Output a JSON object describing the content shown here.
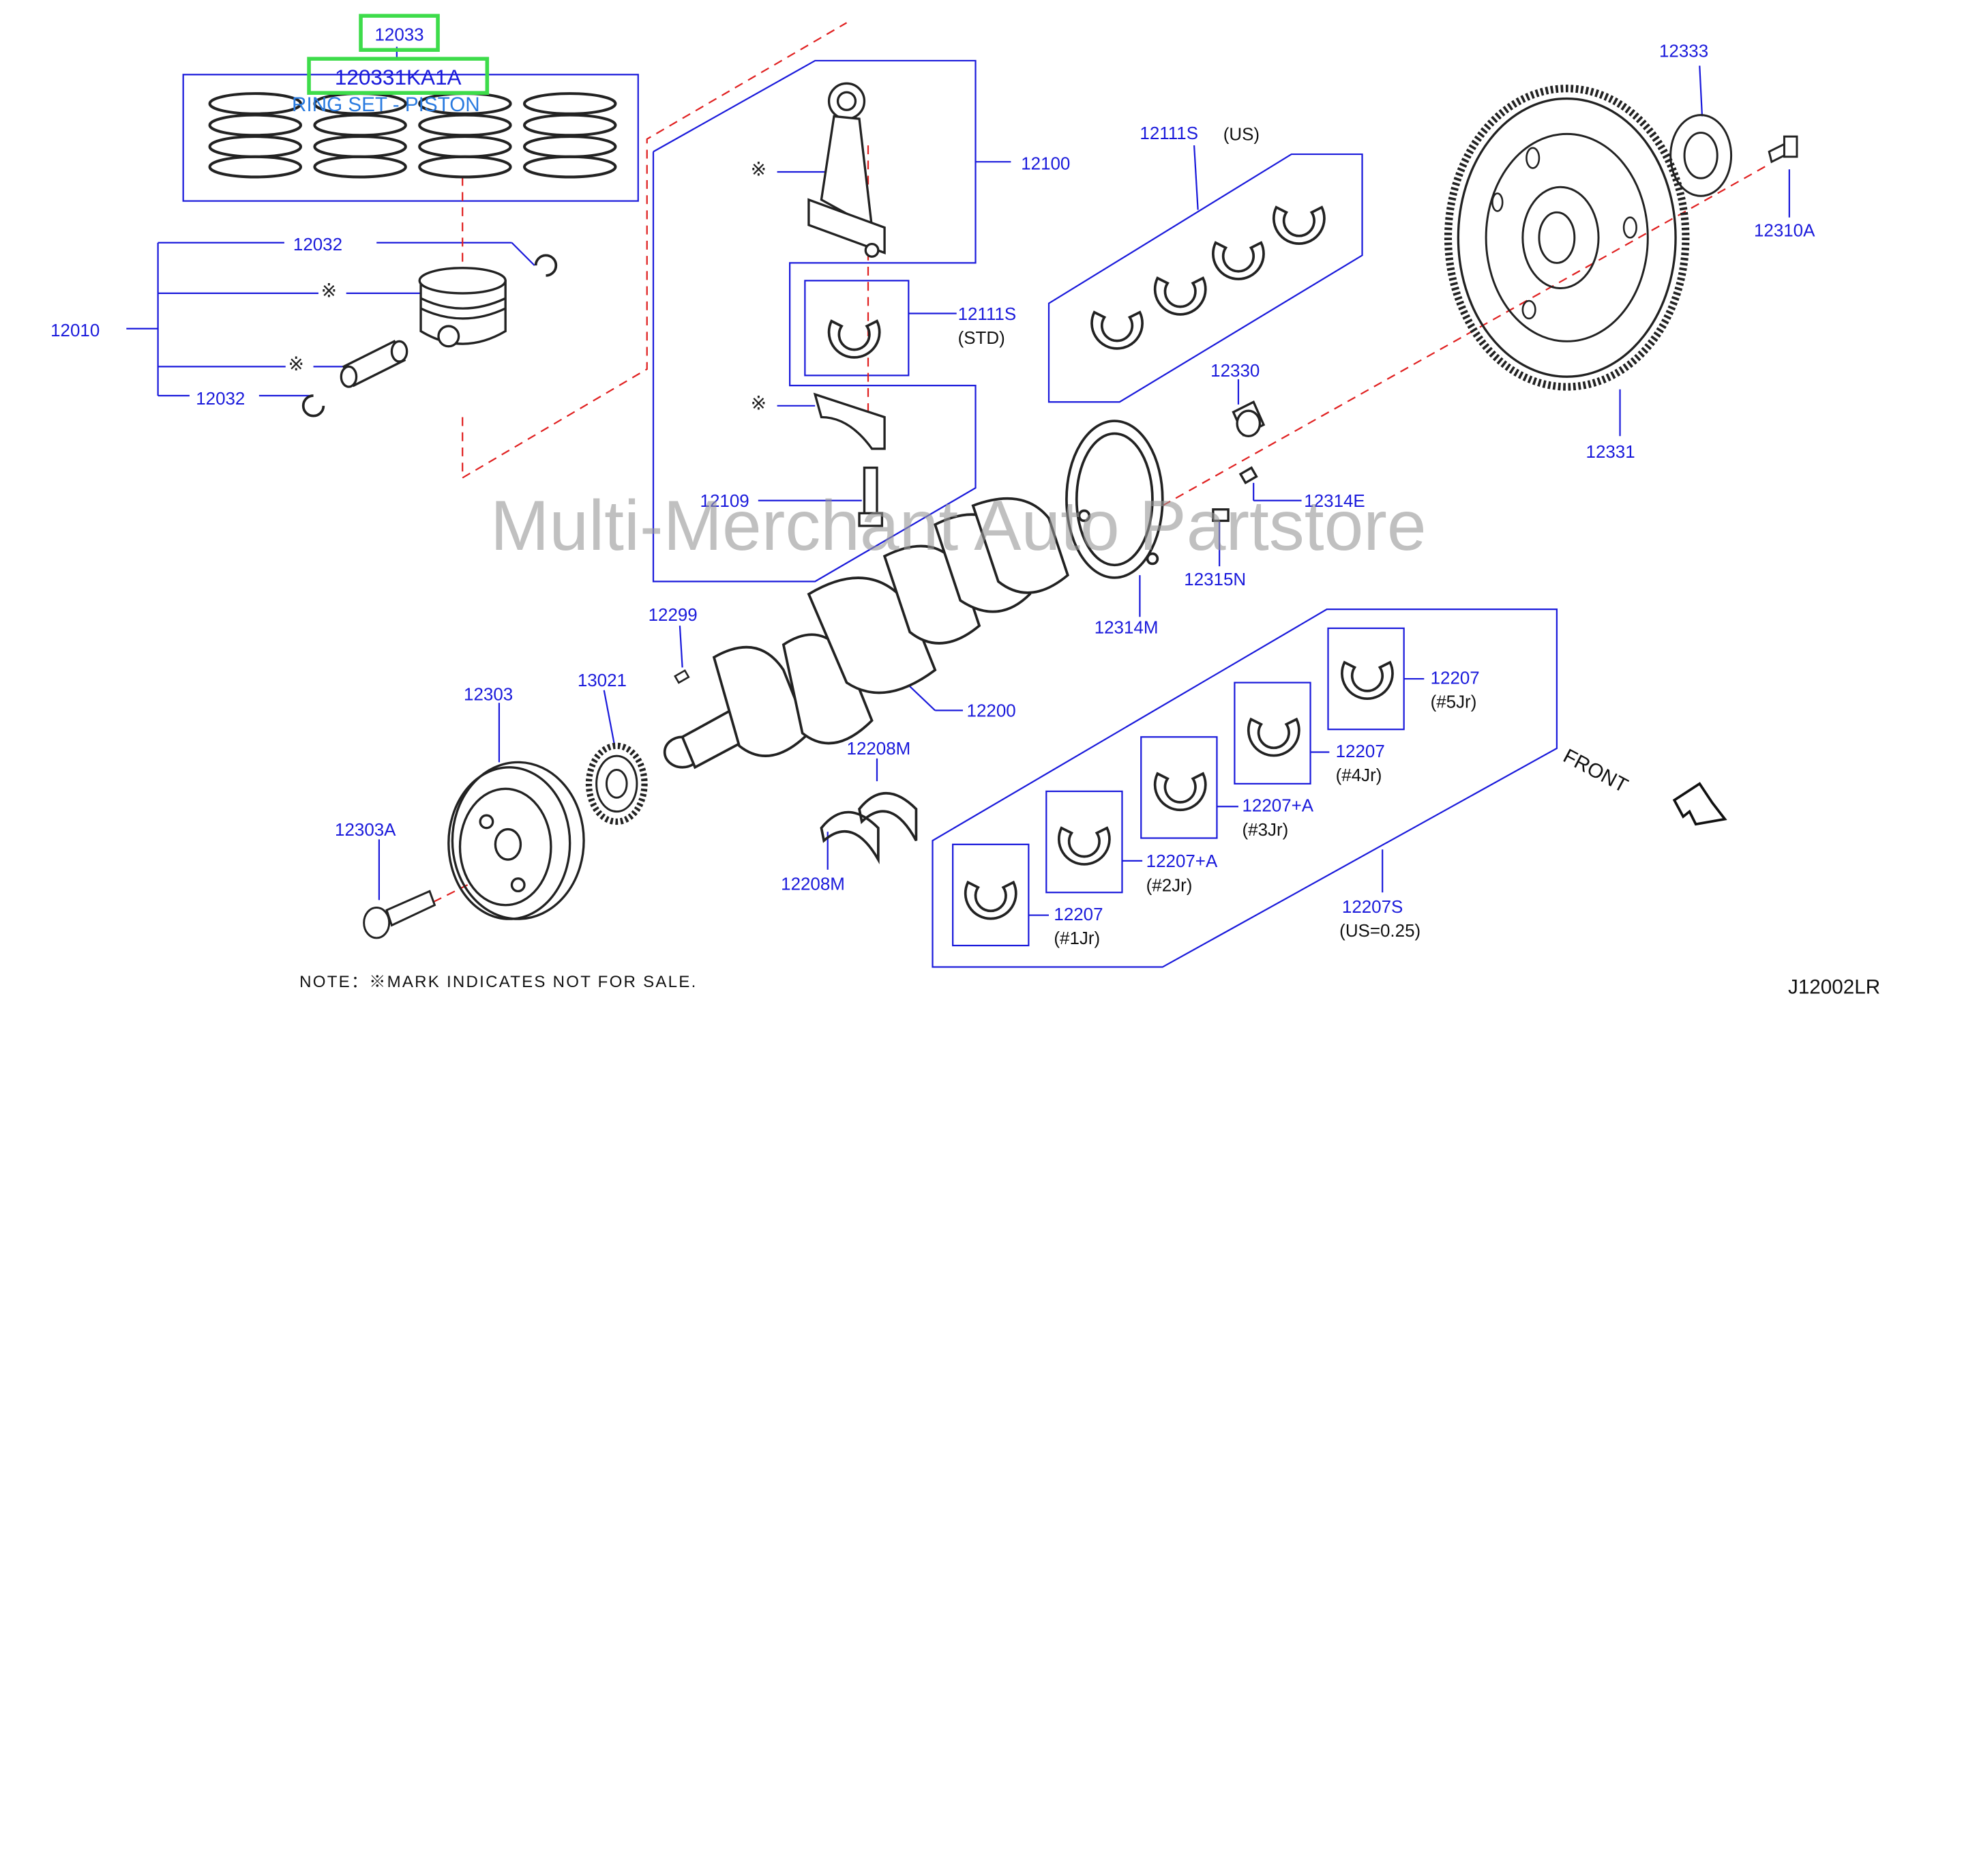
{
  "diagram": {
    "watermark": "Multi-Merchant Auto Partstore",
    "highlight": {
      "top_code": "12033",
      "part_number": "120331KA1A",
      "description": "RING SET - PISTON"
    },
    "labels": {
      "l12032_top": "12032",
      "l12010": "12010",
      "l12032_bot": "12032",
      "l12100": "12100",
      "l12111s_std": "12111S",
      "std": "(STD)",
      "l12109": "12109",
      "l12111s_us": "12111S",
      "us": "(US)",
      "l12330": "12330",
      "l12314e": "12314E",
      "l12315n": "12315N",
      "l12314m": "12314M",
      "l12333": "12333",
      "l12310a": "12310A",
      "l12331": "12331",
      "l12299": "12299",
      "l12200": "12200",
      "l12303": "12303",
      "l13021": "13021",
      "l12303a": "12303A",
      "l12208m_top": "12208M",
      "l12208m_bot": "12208M",
      "l12207_5": "12207",
      "jr5": "(#5Jr)",
      "l12207_4": "12207",
      "jr4": "(#4Jr)",
      "l12207a_3": "12207+A",
      "jr3": "(#3Jr)",
      "l12207a_2": "12207+A",
      "jr2": "(#2Jr)",
      "l12207_1": "12207",
      "jr1": "(#1Jr)",
      "l12207s": "12207S",
      "us025": "(US=0.25)"
    },
    "not_for_sale_mark": "※",
    "note": "NOTE：※MARK  INDICATES  NOT  FOR  SALE.",
    "front_label": "FRONT",
    "diagram_code": "J12002LR"
  }
}
